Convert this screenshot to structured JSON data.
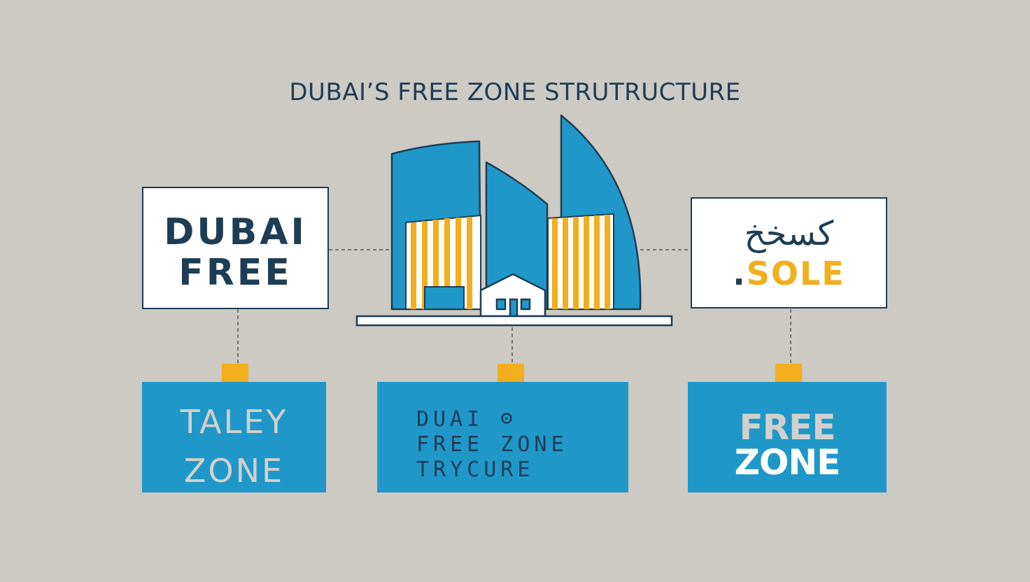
{
  "title": "DUBAI’S FREE ZONE STRUTRUCTURE",
  "top_left_box": {
    "line1": "DUBAI",
    "line2": "FREE"
  },
  "top_right_box": {
    "arabic_text": "كسخخ",
    "dot": ".",
    "word": "SOLE"
  },
  "bottom_left_box": {
    "line1": "TALEY",
    "line2": "ZONE"
  },
  "bottom_center_box": {
    "line1": "DUAI",
    "line2": "FREE ZONE",
    "line3": "TRYCURE"
  },
  "bottom_right_box": {
    "line1": "FREE",
    "line2": "ZONE"
  },
  "colors": {
    "background": "#cdc9c3",
    "navy": "#1d3d55",
    "blue": "#1f98c9",
    "orange": "#f2ae1c",
    "white": "#ffffff"
  },
  "icons": [
    "skyscraper-cluster-icon",
    "house-icon",
    "location-pin-icon"
  ]
}
